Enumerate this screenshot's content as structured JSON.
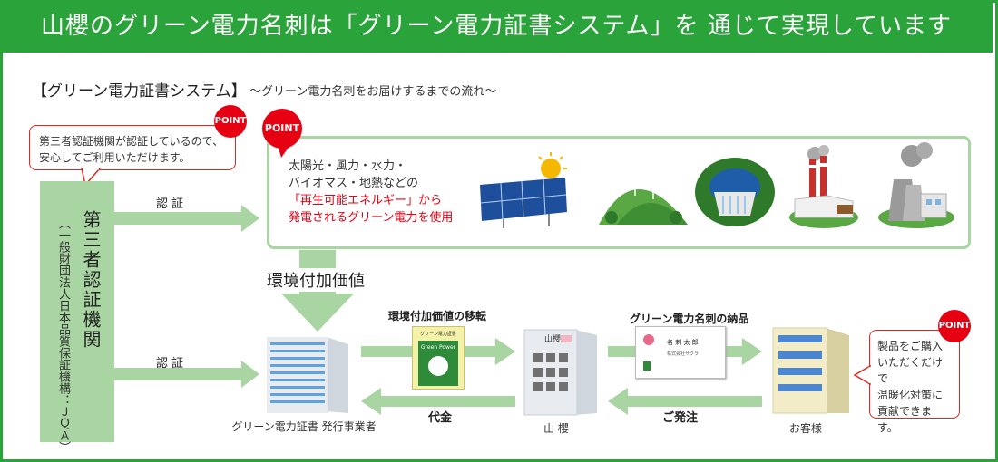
{
  "header": {
    "title": "山櫻のグリーン電力名刺は「グリーン電力証書システム」を 通じて実現しています"
  },
  "system": {
    "title": "【グリーン電力証書システム】",
    "subtitle": "〜グリーン電力名刺をお届けするまでの流れ〜"
  },
  "points": {
    "label": "POINT"
  },
  "callouts": {
    "left": [
      "第三者認証機関が認証しているので、",
      "安心してご利用いただけます。"
    ],
    "right": [
      "製品をご購入",
      "いただくだけで",
      "温暖化対策に",
      "貢献できます。"
    ]
  },
  "organization": {
    "name": "第三者認証機関",
    "sub": "（一般財団法人日本品質保証機構：ＪＱＡ）"
  },
  "sources": {
    "line1": "太陽光・風力・水力・",
    "line2": "バイオマス・地熱などの",
    "line3": "「再生可能エネルギー」から",
    "line4": "発電されるグリーン電力を使用"
  },
  "labels": {
    "certify_top": "認 証",
    "certify_bottom": "認 証",
    "env_value": "環境付加価値",
    "env_transfer": "環境付加価値の移転",
    "delivery": "グリーン電力名刺の納品",
    "payment": "代金",
    "order": "ご発注"
  },
  "nodes": {
    "issuer": "グリーン電力証書 発行事業者",
    "yamazakura": "山 櫻",
    "customer": "お客様",
    "building_sign": "山櫻"
  },
  "cert": {
    "top": "グリーン電力証書",
    "badge": "Green Power"
  },
  "card": {
    "name": "名 刺 太 郎",
    "company": "株式会社サクラ"
  },
  "colors": {
    "accent_green": "#2aa33a",
    "arrow_green": "#a8d5a2",
    "point_red": "#e60012"
  }
}
